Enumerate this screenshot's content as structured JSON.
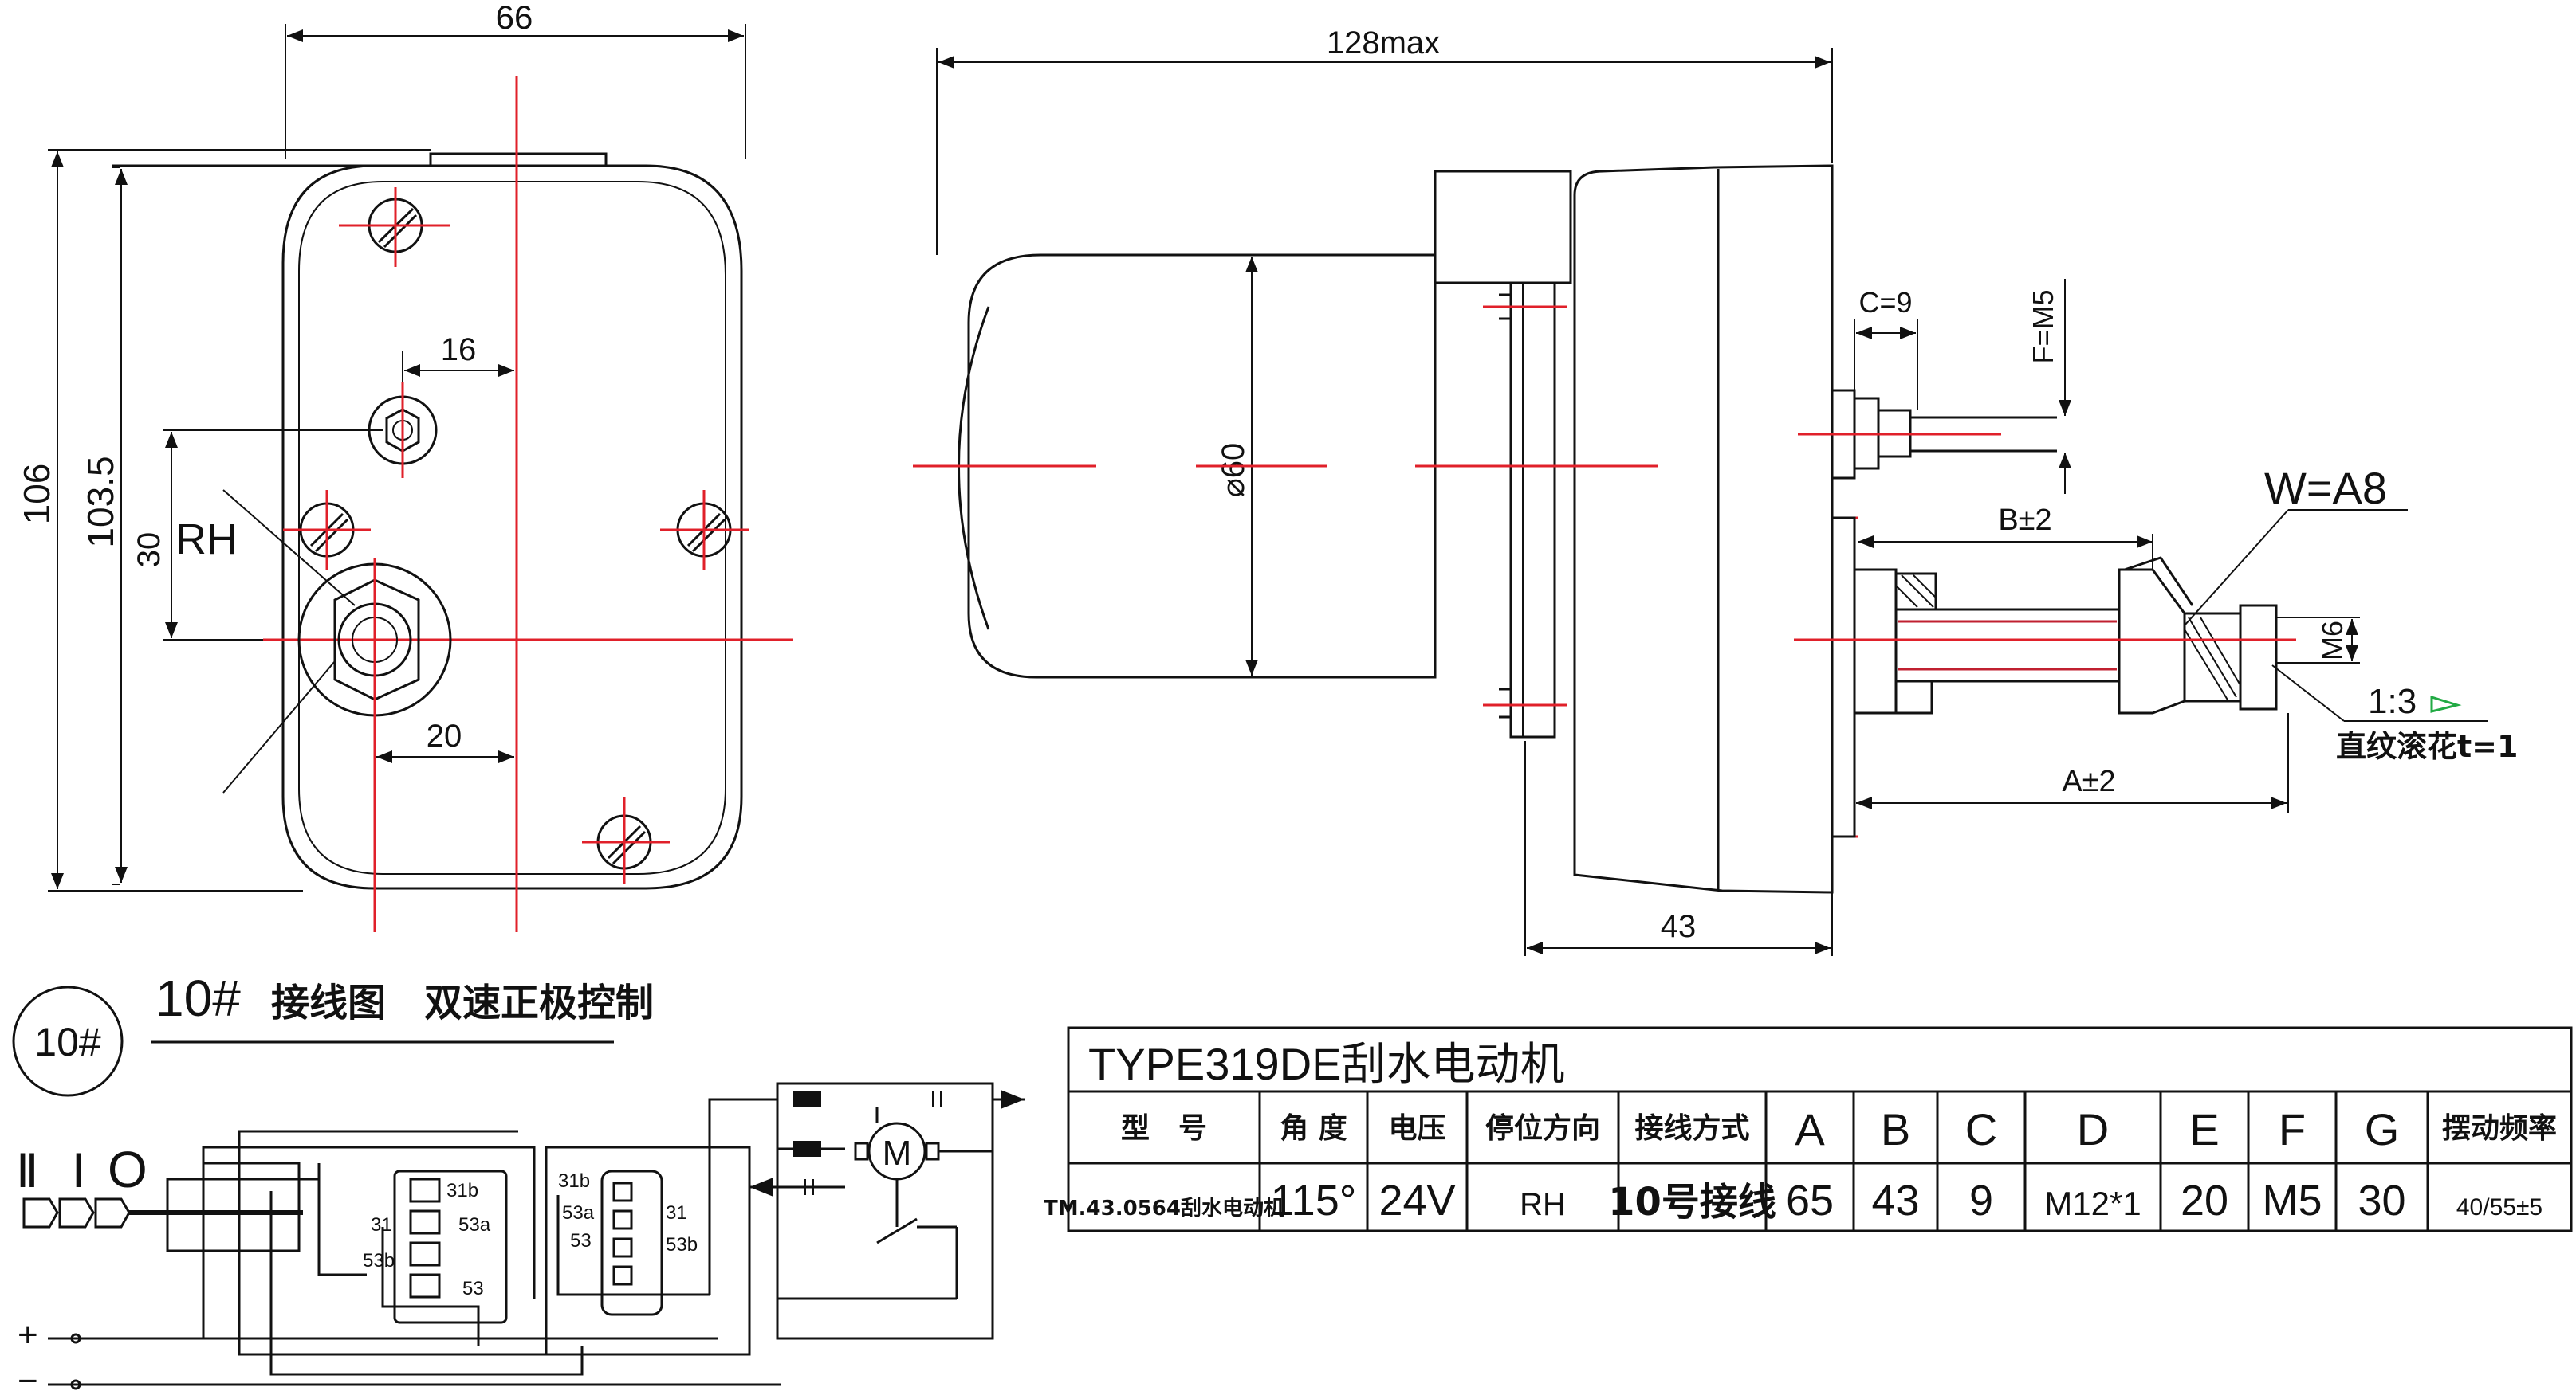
{
  "front_view": {
    "dim_width": "66",
    "dim_height_outer": "106",
    "dim_height_inner": "103.5",
    "dim_16": "16",
    "dim_30": "30",
    "dim_20": "20",
    "label_rh": "RH"
  },
  "side_view": {
    "dim_length": "128max",
    "dim_diameter": "⌀60",
    "dim_c": "C=9",
    "dim_f": "F=M5",
    "dim_b": "B±2",
    "dim_w": "W=A8",
    "dim_m6": "M6",
    "dim_ratio": "1:3",
    "dim_knurl": "直纹滚花t=1",
    "dim_a": "A±2",
    "dim_43": "43"
  },
  "wiring": {
    "badge": "10#",
    "title_num": "10#",
    "title_text": "接线图　双速正极控制",
    "switch_positions": [
      "Ⅱ",
      "Ⅰ",
      "O"
    ],
    "plus": "+",
    "minus": "−",
    "conn1": [
      "31b",
      "31",
      "53a",
      "53b",
      "53"
    ],
    "conn2": [
      "31b",
      "53a",
      "31",
      "53",
      "53b"
    ]
  },
  "spec_table": {
    "title": "TYPE319DE刮水电动机",
    "headers": [
      "型　号",
      "角 度",
      "电压",
      "停位方向",
      "接线方式",
      "A",
      "B",
      "C",
      "D",
      "E",
      "F",
      "G",
      "摆动频率"
    ],
    "row": [
      "TM.43.0564刮水电动机",
      "115°",
      "24V",
      "RH",
      "10号接线",
      "65",
      "43",
      "9",
      "M12*1",
      "20",
      "M5",
      "30",
      "40/55±5"
    ]
  },
  "colors": {
    "line": "#111111",
    "centerline": "#e0202a",
    "wire": "#c02030",
    "background": "#ffffff"
  }
}
